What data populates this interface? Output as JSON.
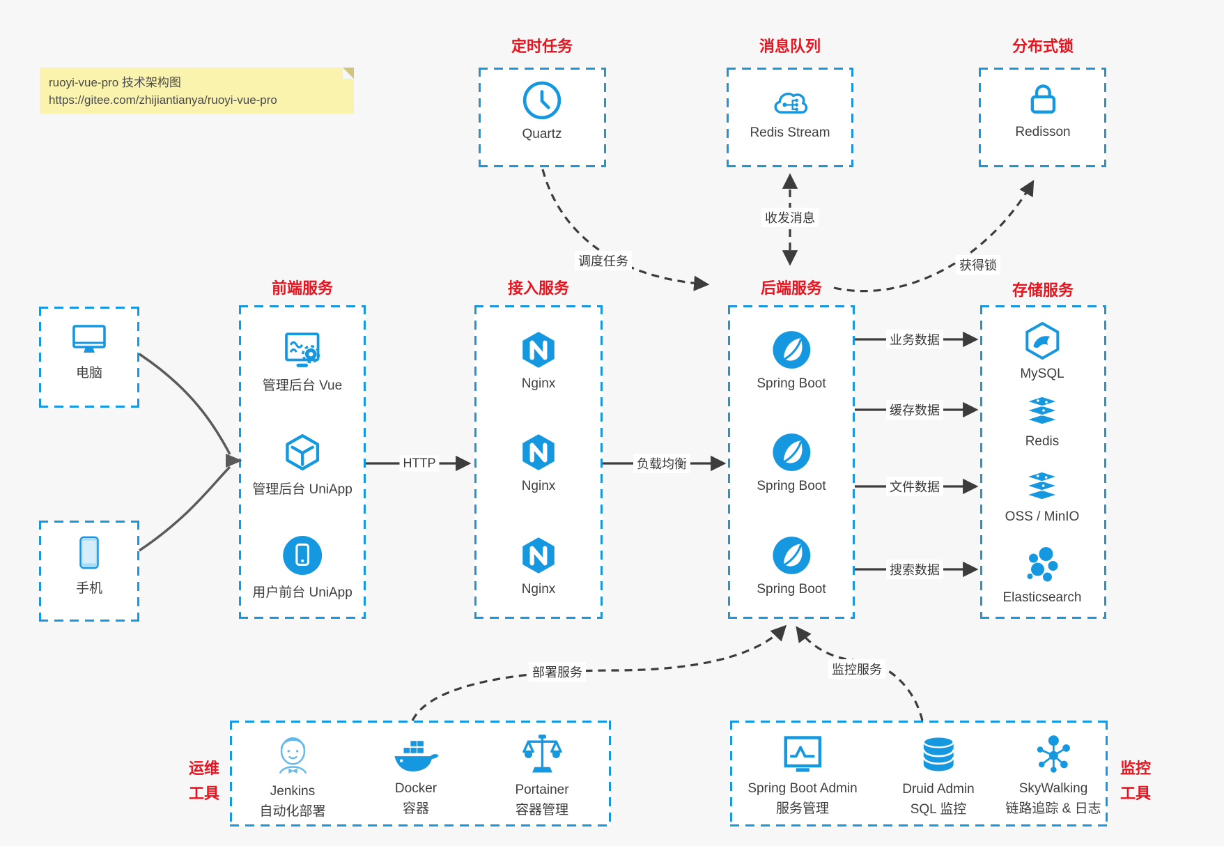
{
  "note": {
    "line1": "ruoyi-vue-pro 技术架构图",
    "line2": "https://gitee.com/zhijiantianya/ruoyi-vue-pro"
  },
  "colors": {
    "blue": "#1698e0",
    "red": "#e8131d",
    "background": "#f7f7f8",
    "note_yellow": "#faf3ae"
  },
  "top_services": [
    {
      "title": "定时任务",
      "label": "Quartz",
      "icon": "clock-icon"
    },
    {
      "title": "消息队列",
      "label": "Redis Stream",
      "icon": "cloud-queue-icon"
    },
    {
      "title": "分布式锁",
      "label": "Redisson",
      "icon": "lock-icon"
    }
  ],
  "clients": [
    {
      "label": "电脑",
      "icon": "desktop-icon"
    },
    {
      "label": "手机",
      "icon": "smartphone-icon"
    }
  ],
  "columns": {
    "frontend": {
      "title": "前端服务",
      "items": [
        {
          "label": "管理后台 Vue",
          "icon": "vue-admin-icon"
        },
        {
          "label": "管理后台 UniApp",
          "icon": "uniapp-cube-icon"
        },
        {
          "label": "用户前台 UniApp",
          "icon": "user-uniapp-icon"
        }
      ]
    },
    "gateway": {
      "title": "接入服务",
      "items": [
        {
          "label": "Nginx",
          "icon": "nginx-icon"
        },
        {
          "label": "Nginx",
          "icon": "nginx-icon"
        },
        {
          "label": "Nginx",
          "icon": "nginx-icon"
        }
      ]
    },
    "backend": {
      "title": "后端服务",
      "items": [
        {
          "label": "Spring Boot",
          "icon": "spring-boot-icon"
        },
        {
          "label": "Spring Boot",
          "icon": "spring-boot-icon"
        },
        {
          "label": "Spring Boot",
          "icon": "spring-boot-icon"
        }
      ]
    },
    "storage": {
      "title": "存储服务",
      "items": [
        {
          "label": "MySQL",
          "icon": "mysql-icon"
        },
        {
          "label": "Redis",
          "icon": "redis-stack-icon"
        },
        {
          "label": "OSS / MinIO",
          "icon": "oss-stack-icon"
        },
        {
          "label": "Elasticsearch",
          "icon": "elasticsearch-icon"
        }
      ]
    }
  },
  "arrows": {
    "http": "HTTP",
    "load_balance": "负载均衡",
    "business_data": "业务数据",
    "cache_data": "缓存数据",
    "file_data": "文件数据",
    "search_data": "搜索数据",
    "schedule_task": "调度任务",
    "send_receive_message": "收发消息",
    "acquire_lock": "获得锁",
    "deploy_service": "部署服务",
    "monitor_service": "监控服务"
  },
  "ops": {
    "title_line1": "运维",
    "title_line2": "工具",
    "items": [
      {
        "label": "Jenkins",
        "sublabel": "自动化部署",
        "icon": "jenkins-icon"
      },
      {
        "label": "Docker",
        "sublabel": "容器",
        "icon": "docker-whale-icon"
      },
      {
        "label": "Portainer",
        "sublabel": "容器管理",
        "icon": "portainer-scales-icon"
      }
    ]
  },
  "monitor": {
    "title_line1": "监控",
    "title_line2": "工具",
    "items": [
      {
        "label": "Spring Boot Admin",
        "sublabel": "服务管理",
        "icon": "monitor-chart-icon"
      },
      {
        "label": "Druid Admin",
        "sublabel": "SQL 监控",
        "icon": "database-icon"
      },
      {
        "label": "SkyWalking",
        "sublabel": "链路追踪 & 日志",
        "icon": "topology-icon"
      }
    ]
  }
}
